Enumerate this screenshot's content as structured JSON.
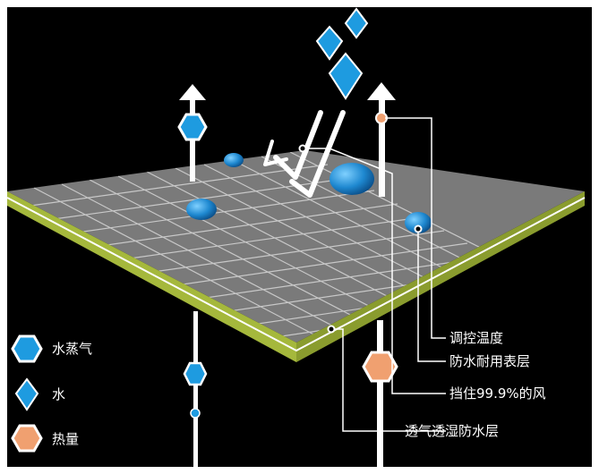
{
  "callouts": {
    "temperature": "调控温度",
    "durable_surface": "防水耐用表层",
    "wind_block": "挡住99.9%的风",
    "membrane": "透气透湿防水层"
  },
  "legend": {
    "items": [
      {
        "shape": "hexagon",
        "color": "#1e9be0",
        "label": "水蒸气"
      },
      {
        "shape": "drop",
        "color": "#1e9be0",
        "label": "水"
      },
      {
        "shape": "hexagon",
        "color": "#f0a070",
        "label": "热量"
      }
    ]
  },
  "colors": {
    "background": "#000000",
    "fabric_surface": "#7a7a7a",
    "membrane_edge": "#a5b83c",
    "water": "#1e9be0",
    "heat": "#f0a070",
    "arrow": "#ffffff"
  }
}
